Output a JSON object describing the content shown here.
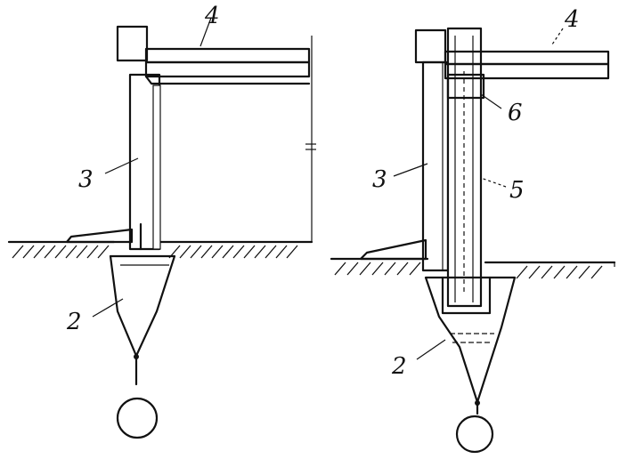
{
  "left_section": {
    "labels": {
      "slab": "4",
      "wall": "3",
      "wedge": "2"
    }
  },
  "right_section": {
    "labels": {
      "slab": "4",
      "beam": "6",
      "pile": "5",
      "wall": "3",
      "wedge": "2"
    }
  }
}
